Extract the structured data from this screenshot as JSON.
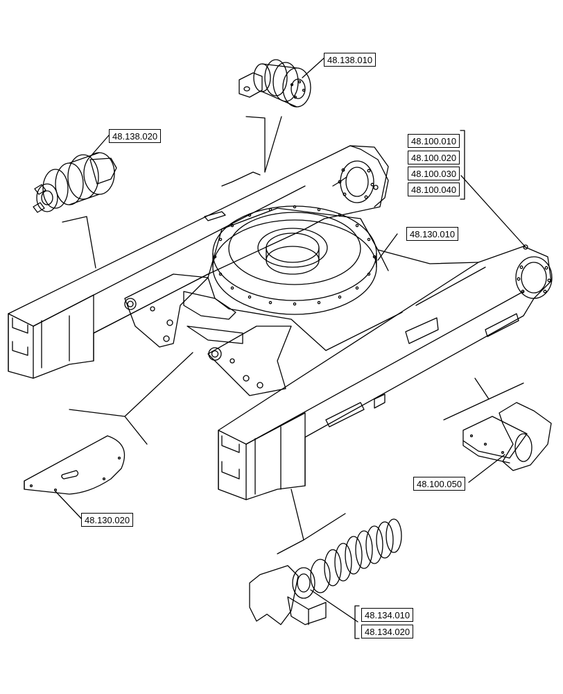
{
  "callouts": {
    "c_48_138_010": "48.138.010",
    "c_48_138_020": "48.138.020",
    "c_48_100_010": "48.100.010",
    "c_48_100_020": "48.100.020",
    "c_48_100_030": "48.100.030",
    "c_48_100_040": "48.100.040",
    "c_48_130_010": "48.130.010",
    "c_48_130_020": "48.130.020",
    "c_48_100_050": "48.100.050",
    "c_48_134_010": "48.134.010",
    "c_48_134_020": "48.134.020"
  },
  "colors": {
    "line": "#000000",
    "background": "#ffffff"
  }
}
